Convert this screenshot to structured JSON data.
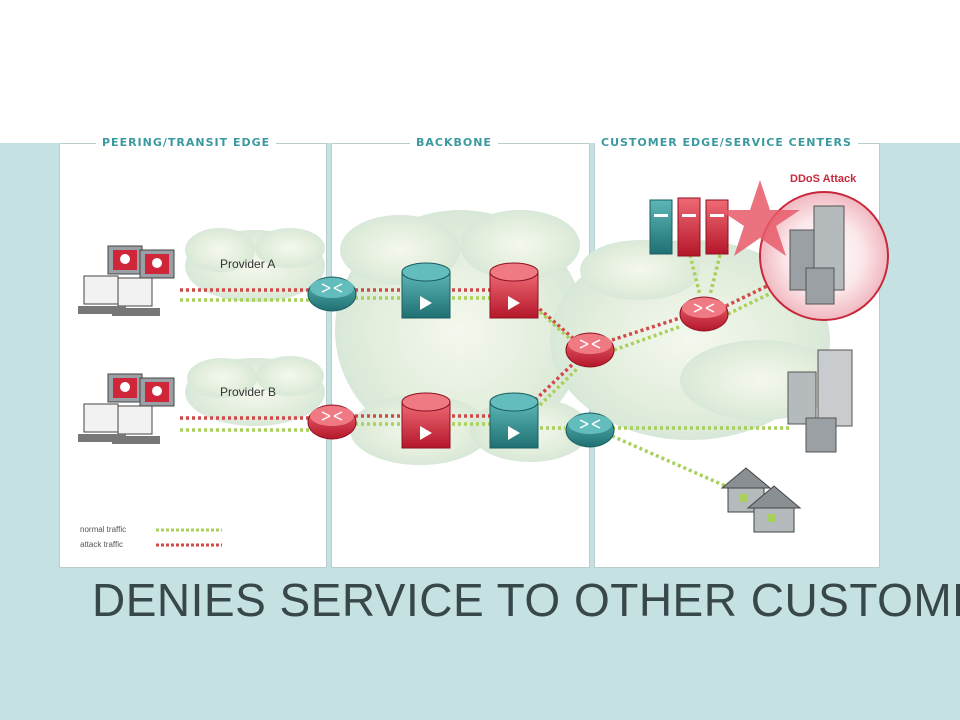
{
  "sections": {
    "peering": "PEERING/TRANSIT EDGE",
    "backbone": "BACKBONE",
    "customer": "CUSTOMER EDGE/SERVICE CENTERS"
  },
  "labels": {
    "provider_a": "Provider A",
    "provider_b": "Provider B",
    "ddos": "DDoS Attack"
  },
  "legend": {
    "normal": "normal traffic",
    "attack": "attack traffic"
  },
  "caption": "DENIES SERVICE TO OTHER CUSTOME",
  "colors": {
    "teal": "#2f8a8c",
    "red": "#d0263a",
    "normal_traffic": "#a8d05a",
    "attack_traffic": "#d04a4a",
    "panel_title": "#3a9aa0",
    "background": "#c6e1e1"
  }
}
